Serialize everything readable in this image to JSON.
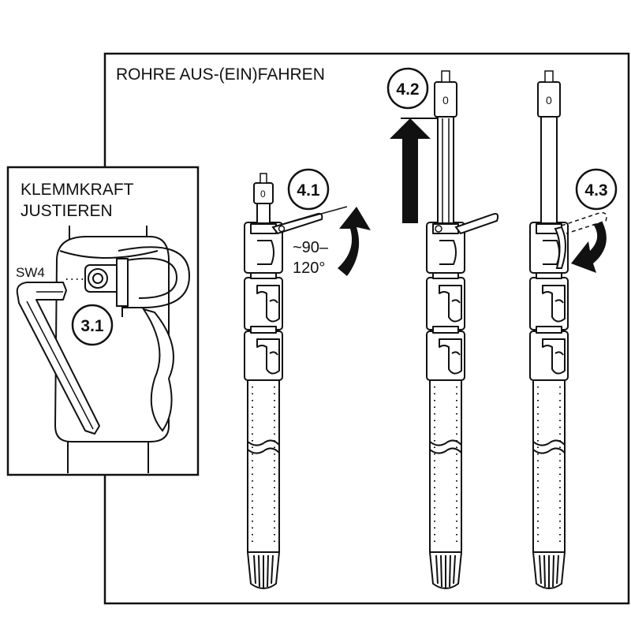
{
  "main_panel": {
    "title": "ROHRE AUS-(EIN)FAHREN"
  },
  "inset_panel": {
    "title_line1": "KLEMMKRAFT",
    "title_line2": "JUSTIEREN",
    "tool_label": "SW4",
    "step": "3.1"
  },
  "steps": {
    "s41": {
      "number": "4.1",
      "angle_line1": "~90–",
      "angle_line2": "120°"
    },
    "s42": {
      "number": "4.2"
    },
    "s43": {
      "number": "4.3"
    }
  }
}
